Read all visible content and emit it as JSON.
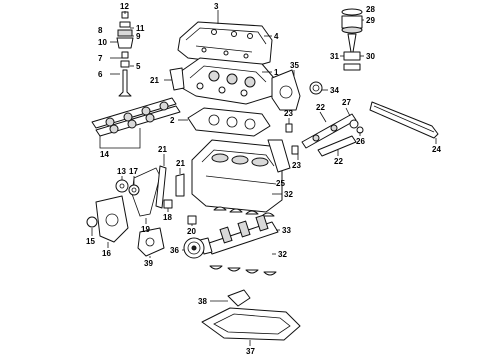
{
  "callouts": [
    {
      "id": "1",
      "label": "1"
    },
    {
      "id": "2",
      "label": "2"
    },
    {
      "id": "3",
      "label": "3"
    },
    {
      "id": "4",
      "label": "4"
    },
    {
      "id": "5",
      "label": "5"
    },
    {
      "id": "6",
      "label": "6"
    },
    {
      "id": "7",
      "label": "7"
    },
    {
      "id": "8",
      "label": "8"
    },
    {
      "id": "9",
      "label": "9"
    },
    {
      "id": "10",
      "label": "10"
    },
    {
      "id": "11",
      "label": "11"
    },
    {
      "id": "12",
      "label": "12"
    },
    {
      "id": "13",
      "label": "13"
    },
    {
      "id": "14",
      "label": "14"
    },
    {
      "id": "15",
      "label": "15"
    },
    {
      "id": "16",
      "label": "16"
    },
    {
      "id": "17",
      "label": "17"
    },
    {
      "id": "18",
      "label": "18"
    },
    {
      "id": "19",
      "label": "19"
    },
    {
      "id": "20",
      "label": "20"
    },
    {
      "id": "21a",
      "label": "21"
    },
    {
      "id": "21b",
      "label": "21"
    },
    {
      "id": "21c",
      "label": "21"
    },
    {
      "id": "22a",
      "label": "22"
    },
    {
      "id": "22b",
      "label": "22"
    },
    {
      "id": "23a",
      "label": "23"
    },
    {
      "id": "23b",
      "label": "23"
    },
    {
      "id": "24",
      "label": "24"
    },
    {
      "id": "25",
      "label": "25"
    },
    {
      "id": "26",
      "label": "26"
    },
    {
      "id": "27",
      "label": "27"
    },
    {
      "id": "28",
      "label": "28"
    },
    {
      "id": "29",
      "label": "29"
    },
    {
      "id": "30",
      "label": "30"
    },
    {
      "id": "31",
      "label": "31"
    },
    {
      "id": "32a",
      "label": "32"
    },
    {
      "id": "32b",
      "label": "32"
    },
    {
      "id": "33",
      "label": "33"
    },
    {
      "id": "34",
      "label": "34"
    },
    {
      "id": "35",
      "label": "35"
    },
    {
      "id": "36",
      "label": "36"
    },
    {
      "id": "37",
      "label": "37"
    },
    {
      "id": "38",
      "label": "38"
    },
    {
      "id": "39",
      "label": "39"
    }
  ]
}
